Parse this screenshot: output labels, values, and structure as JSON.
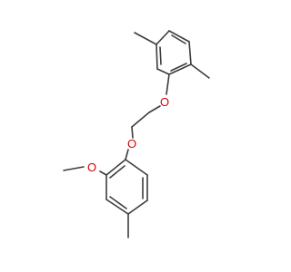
{
  "molecule": {
    "atom_labels": [
      "O",
      "O",
      "O"
    ],
    "bond_color": "#3c3c3c",
    "heteroatom_color": "#d40000"
  }
}
